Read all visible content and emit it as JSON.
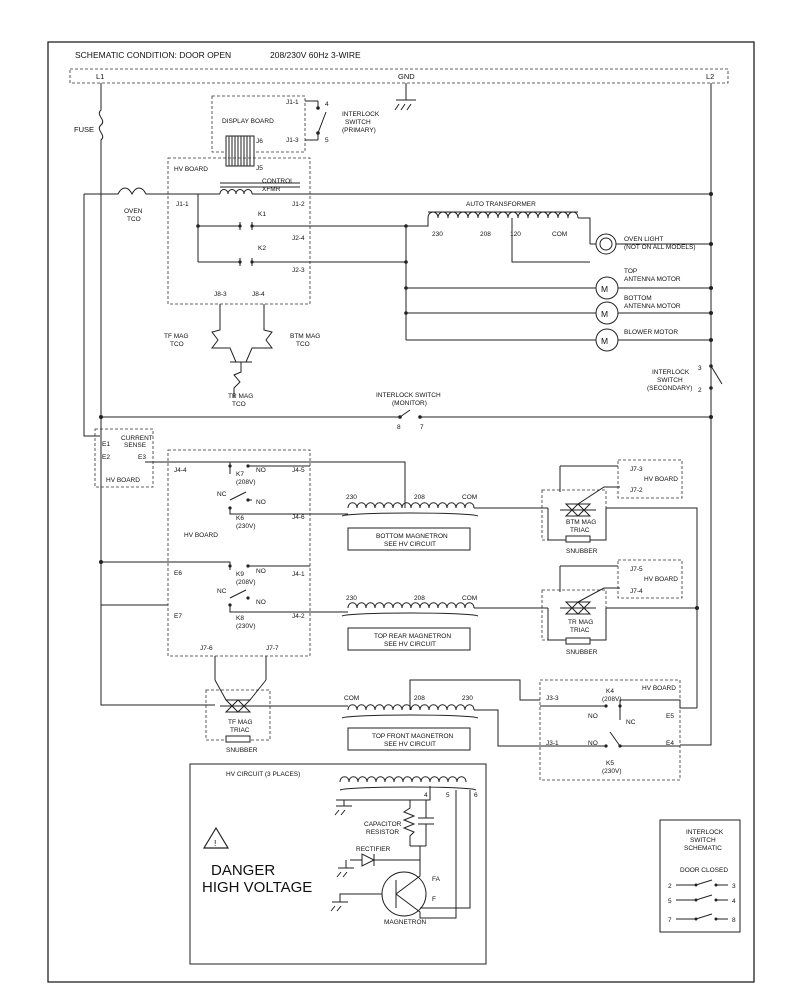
{
  "header": {
    "condition": "SCHEMATIC CONDITION: DOOR OPEN",
    "supply": "208/230V 60Hz 3-WIRE"
  },
  "power": {
    "l1": "L1",
    "gnd": "GND",
    "l2": "L2",
    "fuse": "FUSE"
  },
  "display_board": {
    "title": "DISPLAY BOARD",
    "j1_1": "J1-1",
    "j1_3": "J1-3",
    "j6": "J6",
    "j5": "J5"
  },
  "interlock_primary": {
    "label1": "INTERLOCK",
    "label2": "SWITCH",
    "label3": "(PRIMARY)",
    "pin4": "4",
    "pin5": "5"
  },
  "hv_board_top": {
    "title": "HV BOARD",
    "control1": "CONTROL",
    "control2": "XFMR",
    "j1_1": "J1-1",
    "j1_2": "J1-2",
    "k1": "K1",
    "j2_4": "J2-4",
    "k2": "K2",
    "j2_3": "J2-3",
    "j8_3": "J8-3",
    "j8_4": "J8-4"
  },
  "oven_tco": {
    "line1": "OVEN",
    "line2": "TCO"
  },
  "auto_transformer": {
    "title": "AUTO TRANSFORMER",
    "t230": "230",
    "t208": "208",
    "t120": "120",
    "com": "COM"
  },
  "oven_light": {
    "line1": "OVEN LIGHT",
    "line2": "(NOT ON ALL MODELS)"
  },
  "motors": {
    "m_glyph": "M",
    "top_antenna_1": "TOP",
    "top_antenna_2": "ANTENNA MOTOR",
    "bottom_antenna_1": "BOTTOM",
    "bottom_antenna_2": "ANTENNA MOTOR",
    "blower": "BLOWER MOTOR"
  },
  "mag_tcos": {
    "tf1": "TF MAG",
    "tf2": "TCO",
    "btm1": "BTM MAG",
    "btm2": "TCO",
    "tr1": "TR MAG",
    "tr2": "TCO"
  },
  "interlock_secondary": {
    "line1": "INTERLOCK",
    "line2": "SWITCH",
    "line3": "(SECONDARY)",
    "pin3": "3",
    "pin2": "2"
  },
  "interlock_monitor": {
    "line1": "INTERLOCK SWITCH",
    "line2": "(MONITOR)",
    "pin8": "8",
    "pin7": "7"
  },
  "current_sense": {
    "line1": "CURRENT",
    "line2": "SENSE",
    "e1": "E1",
    "e2": "E2",
    "e3": "E3",
    "board": "HV BOARD"
  },
  "hv_board_mid": {
    "title": "HV BOARD",
    "j4_4": "J4-4",
    "j4_5": "J4-5",
    "j4_6": "J4-6",
    "j4_1": "J4-1",
    "j4_2": "J4-2",
    "no": "NO",
    "nc": "NC",
    "k7": "K7",
    "k7v": "(208V)",
    "k6": "K6",
    "k6v": "(230V)",
    "k9": "K9",
    "k9v": "(208V)",
    "k8": "K8",
    "k8v": "(230V)",
    "e6": "E6",
    "e7": "E7",
    "j7_6": "J7-6",
    "j7_7": "J7-7"
  },
  "bottom_mag": {
    "t230": "230",
    "t208": "208",
    "com": "COM",
    "box1": "BOTTOM MAGNETRON",
    "box2": "SEE HV CIRCUIT",
    "triac1": "BTM MAG",
    "triac2": "TRIAC",
    "snubber": "SNUBBER",
    "j7_3": "J7-3",
    "j7_2": "J7-2",
    "board": "HV BOARD"
  },
  "rear_mag": {
    "t230": "230",
    "t208": "208",
    "com": "COM",
    "box1": "TOP REAR MAGNETRON",
    "box2": "SEE HV CIRCUIT",
    "triac1": "TR MAG",
    "triac2": "TRIAC",
    "snubber": "SNUBBER",
    "j7_5": "J7-5",
    "j7_4": "J7-4",
    "board": "HV BOARD"
  },
  "front_mag": {
    "com": "COM",
    "t208": "208",
    "t230": "230",
    "box1": "TOP FRONT MAGNETRON",
    "box2": "SEE HV CIRCUIT",
    "triac1": "TF MAG",
    "triac2": "TRIAC",
    "snubber": "SNUBBER"
  },
  "hv_board_k45": {
    "title": "HV BOARD",
    "j3_3": "J3-3",
    "j3_1": "J3-1",
    "k4": "K4",
    "k4v": "(208V)",
    "k5": "K5",
    "k5v": "(230V)",
    "no": "NO",
    "nc": "NC",
    "e5": "E5",
    "e4": "E4"
  },
  "hv_circuit": {
    "title": "HV CIRCUIT (3 PLACES)",
    "pin4": "4",
    "pin5": "5",
    "pin6": "6",
    "cap1": "CAPACITOR",
    "cap2": "RESISTOR",
    "rectifier": "RECTIFIER",
    "fa": "FA",
    "f": "F",
    "magnetron": "MAGNETRON",
    "danger1": "DANGER",
    "danger2": "HIGH VOLTAGE"
  },
  "legend": {
    "title1": "INTERLOCK",
    "title2": "SWITCH",
    "title3": "SCHEMATIC",
    "door": "DOOR CLOSED",
    "p2": "2",
    "p3": "3",
    "p5": "5",
    "p4": "4",
    "p7": "7",
    "p8": "8"
  }
}
